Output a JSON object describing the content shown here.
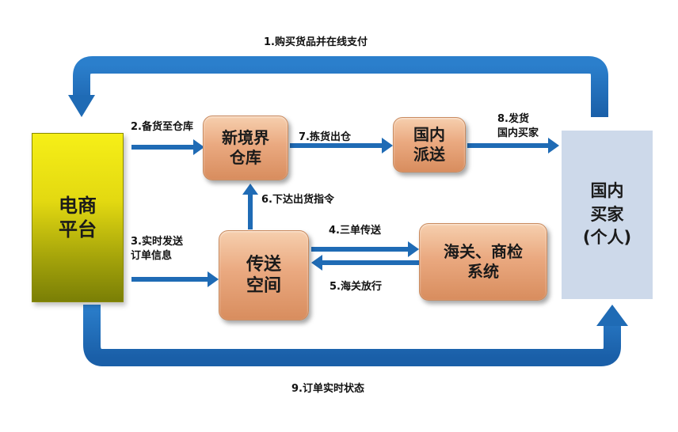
{
  "nodes": {
    "ecommerce_platform": "电商\n平台",
    "bonded_warehouse": "新境界\n仓库",
    "domestic_delivery": "国内\n派送",
    "domestic_buyer": "国内\n买家\n(个人)",
    "transfer_space": "传送\n空间",
    "customs_inspection": "海关、商检\n系统"
  },
  "labels": {
    "step1": "1.购买货品并在线支付",
    "step2": "2.备货至仓库",
    "step3": "3.实时发送\n订单信息",
    "step4": "4.三单传送",
    "step5": "5.海关放行",
    "step6": "6.下达出货指令",
    "step7": "7.拣货出仓",
    "step8": "8.发货\n国内买家",
    "step9": "9.订单实时状态"
  },
  "colors": {
    "arrow": "#1f6bb5",
    "node_fill": "#eaa980",
    "platform_fill": "#e3d911",
    "buyer_fill": "#cdd9ea"
  }
}
